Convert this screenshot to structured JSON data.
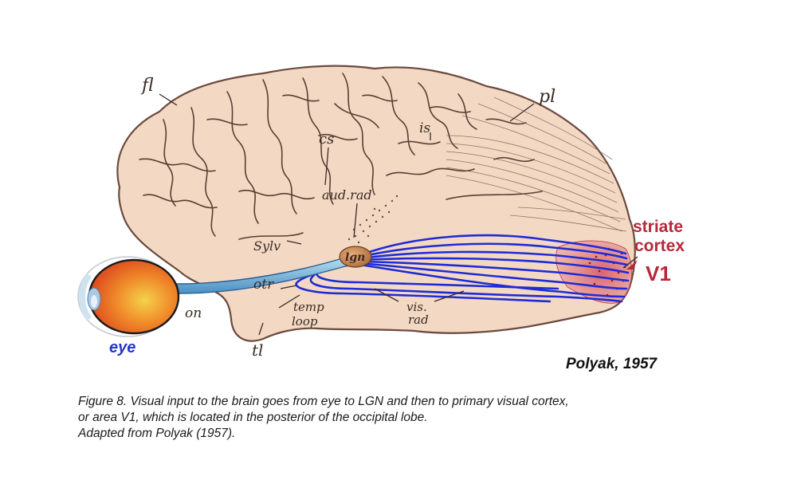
{
  "labels": {
    "fl": "fl",
    "pl": "pl",
    "cs": "cs",
    "is": "is",
    "aud_rad": "aud.rad",
    "sylv": "Sylv",
    "lgn": "lgn",
    "otr": "otr",
    "on": "on",
    "tl": "tl",
    "temp": "temp",
    "loop": "loop",
    "vis": "vis.",
    "rad": "rad",
    "striate": "striate",
    "cortex": "cortex",
    "v1": "V1",
    "eye": "eye",
    "credit": "Polyak, 1957"
  },
  "caption": {
    "line1": "Figure 8. Visual input to the brain goes from eye to LGN and then to primary visual cortex,",
    "line2": "or area V1, which is located in the posterior of the occipital lobe.",
    "line3": "Adapted from Polyak (1957)."
  },
  "colors": {
    "brain_fill": "#f3d9c4",
    "sulcus": "#5a3d33",
    "fiber": "#1f2bd6",
    "striate": "#b52a3a",
    "eye_label": "#2436c8"
  }
}
